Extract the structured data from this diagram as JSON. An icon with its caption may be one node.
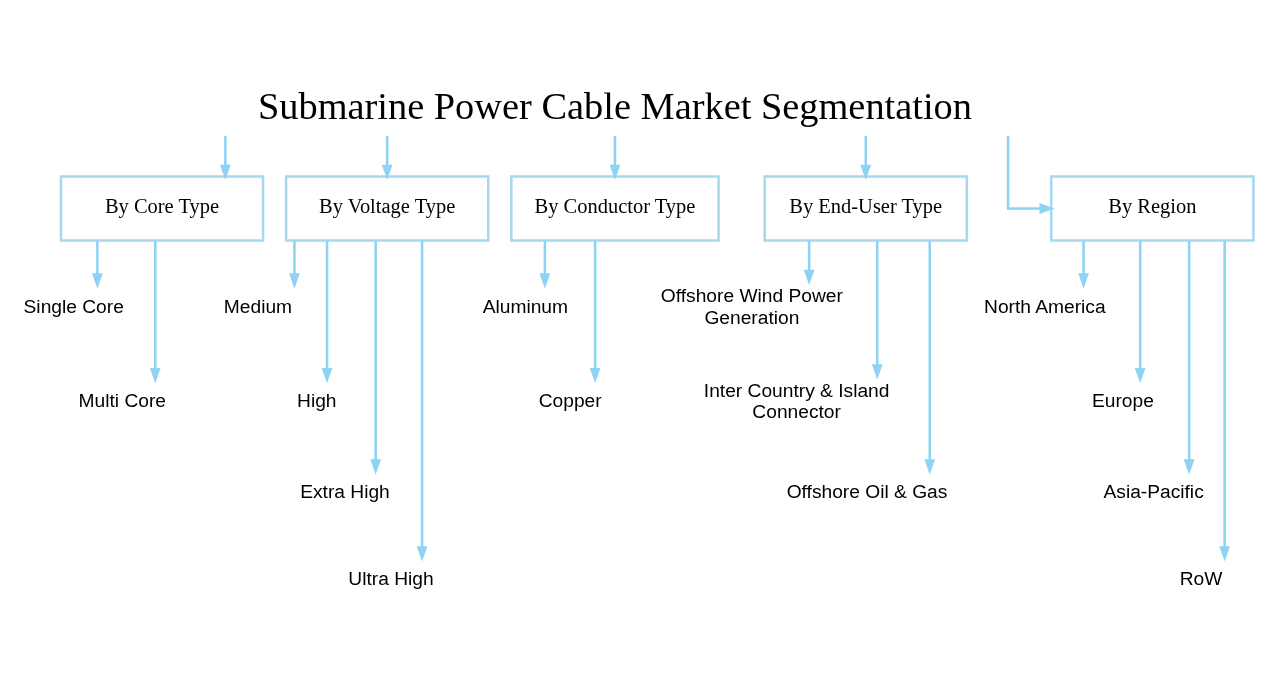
{
  "diagram": {
    "nodes": [
      {
        "text": [
          "Submarine Power Cable Market Segmentation"
        ]
      },
      {
        "text": [
          "By Core Type"
        ]
      },
      {
        "text": [
          "By Voltage Type"
        ]
      },
      {
        "text": [
          "By Conductor Type"
        ]
      },
      {
        "text": [
          "By End-User Type"
        ]
      },
      {
        "text": [
          "By Region"
        ]
      },
      {
        "text": [
          "Single Core"
        ]
      },
      {
        "text": [
          "Multi Core"
        ]
      },
      {
        "text": [
          "Medium"
        ]
      },
      {
        "text": [
          "High"
        ]
      },
      {
        "text": [
          "Extra High"
        ]
      },
      {
        "text": [
          "Ultra High"
        ]
      },
      {
        "text": [
          "Aluminum"
        ]
      },
      {
        "text": [
          "Copper"
        ]
      },
      {
        "text": [
          "Offshore Wind Power Generation"
        ]
      },
      {
        "text": [
          "Inter Country & Island Connector"
        ]
      },
      {
        "text": [
          "Offshore Oil & Gas"
        ]
      },
      {
        "text": [
          "North America"
        ]
      },
      {
        "text": [
          "Europe"
        ]
      },
      {
        "text": [
          "Asia-Pacific"
        ]
      },
      {
        "text": [
          "RoW"
        ]
      }
    ],
    "edges": [
      {
        "from": 0,
        "to": 1,
        "arrow": "to"
      },
      {
        "from": 0,
        "to": 2,
        "arrow": "to"
      },
      {
        "from": 0,
        "to": 3,
        "arrow": "to"
      },
      {
        "from": 0,
        "to": 4,
        "arrow": "to"
      },
      {
        "from": 0,
        "to": 5,
        "arrow": "to"
      },
      {
        "from": 1,
        "to": 6,
        "arrow": "to"
      },
      {
        "from": 1,
        "to": 7,
        "arrow": "to"
      },
      {
        "from": 2,
        "to": 8,
        "arrow": "to"
      },
      {
        "from": 2,
        "to": 9,
        "arrow": "to"
      },
      {
        "from": 2,
        "to": 10,
        "arrow": "to"
      },
      {
        "from": 2,
        "to": 11,
        "arrow": "to"
      },
      {
        "from": 3,
        "to": 12,
        "arrow": "to"
      },
      {
        "from": 3,
        "to": 13,
        "arrow": "to"
      },
      {
        "from": 4,
        "to": 14,
        "arrow": "to"
      },
      {
        "from": 4,
        "to": 15,
        "arrow": "to"
      },
      {
        "from": 4,
        "to": 16,
        "arrow": "to"
      },
      {
        "from": 5,
        "to": 17,
        "arrow": "to"
      },
      {
        "from": 5,
        "to": 18,
        "arrow": "to"
      },
      {
        "from": 5,
        "to": 19,
        "arrow": "to"
      },
      {
        "from": 5,
        "to": 20,
        "arrow": "to"
      }
    ]
  }
}
